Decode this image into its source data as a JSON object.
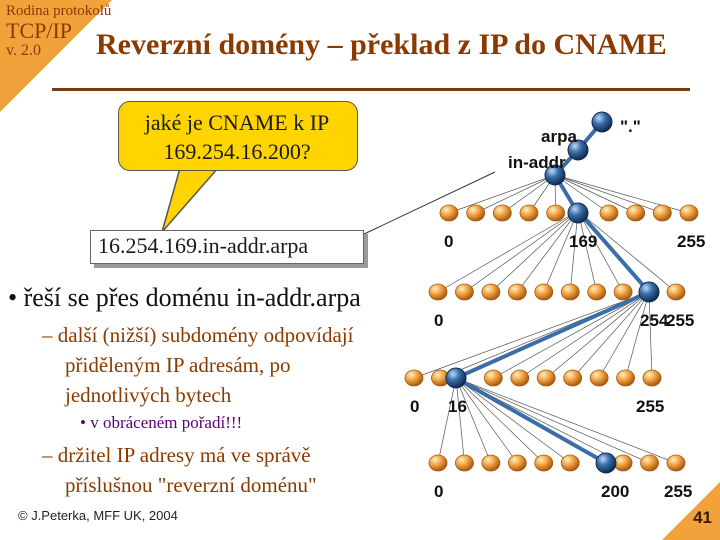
{
  "header": {
    "series_title": "Rodina protokolů",
    "protocol": "TCP/IP",
    "version": "v. 2.0",
    "title": "Reverzní domény – překlad z IP do CNAME"
  },
  "callout": {
    "line1": "jaké je CNAME k IP",
    "line2": "169.254.16.200?"
  },
  "reverse_name": "16.254.169.in-addr.arpa",
  "bullets": {
    "main": "• řeší se přes doménu in-addr.arpa",
    "sub1_line1": "– další (nižší) subdomény odpovídají",
    "sub1_line2": "přiděleným IP adresám, po",
    "sub1_line3": "jednotlivých bytech",
    "subsub": "• v obráceném pořadí!!!",
    "sub2_line1": "– držitel IP adresy má ve správě",
    "sub2_line2": "příslušnou \"reverzní doménu\""
  },
  "tree": {
    "root_label": "\".\"",
    "arpa_label": "arpa",
    "inaddr_label": "in-addr",
    "level1": {
      "first": "0",
      "selected": "169",
      "last": "255"
    },
    "level2": {
      "first": "0",
      "selected": "254",
      "last": "255"
    },
    "level3": {
      "first": "0",
      "selected": "16",
      "last": "255"
    },
    "level4": {
      "first": "0",
      "selected": "200",
      "last": "255"
    }
  },
  "footer": {
    "author": "© J.Peterka, MFF UK, 2004",
    "page": "41"
  },
  "colors": {
    "accent": "#f2a23a",
    "title": "#8a3a00",
    "callout": "#ffd400",
    "path_node": "#3b6ea8",
    "leaf_node": "#f0a040"
  }
}
